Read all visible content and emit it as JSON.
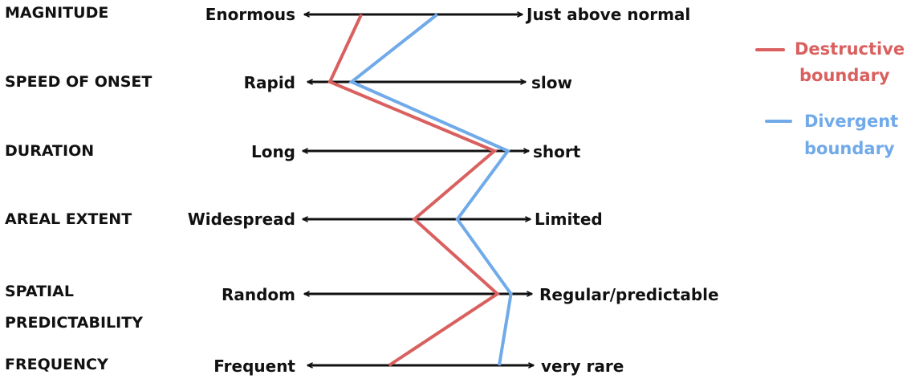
{
  "colors": {
    "text": "#111111",
    "arrow": "#111111",
    "destructive": "#d9605f",
    "divergent": "#70aae9"
  },
  "legend": {
    "destructive_line1": "Destructive",
    "destructive_line2": "boundary",
    "divergent_line1": "Divergent",
    "divergent_line2": "boundary"
  },
  "chart_data": {
    "type": "line",
    "rows": [
      {
        "category": "MAGNITUDE",
        "left": "Enormous",
        "right": "Just above normal"
      },
      {
        "category": "SPEED OF ONSET",
        "left": "Rapid",
        "right": "slow"
      },
      {
        "category": "DURATION",
        "left": "Long",
        "right": "short"
      },
      {
        "category": "AREAL EXTENT",
        "left": "Widespread",
        "right": "Limited"
      },
      {
        "category_line1": "SPATIAL",
        "category_line2": "PREDICTABILITY",
        "left": "Random",
        "right": "Regular/predictable"
      },
      {
        "category": "FREQUENCY",
        "left": "Frequent",
        "right": "very rare"
      }
    ],
    "series": [
      {
        "name": "Destructive boundary",
        "color": "#d9605f",
        "values": [
          0.26,
          0.1,
          0.85,
          0.49,
          0.85,
          0.36
        ]
      },
      {
        "name": "Divergent boundary",
        "color": "#70aae9",
        "values": [
          0.61,
          0.2,
          0.91,
          0.68,
          0.91,
          0.85
        ]
      }
    ]
  }
}
